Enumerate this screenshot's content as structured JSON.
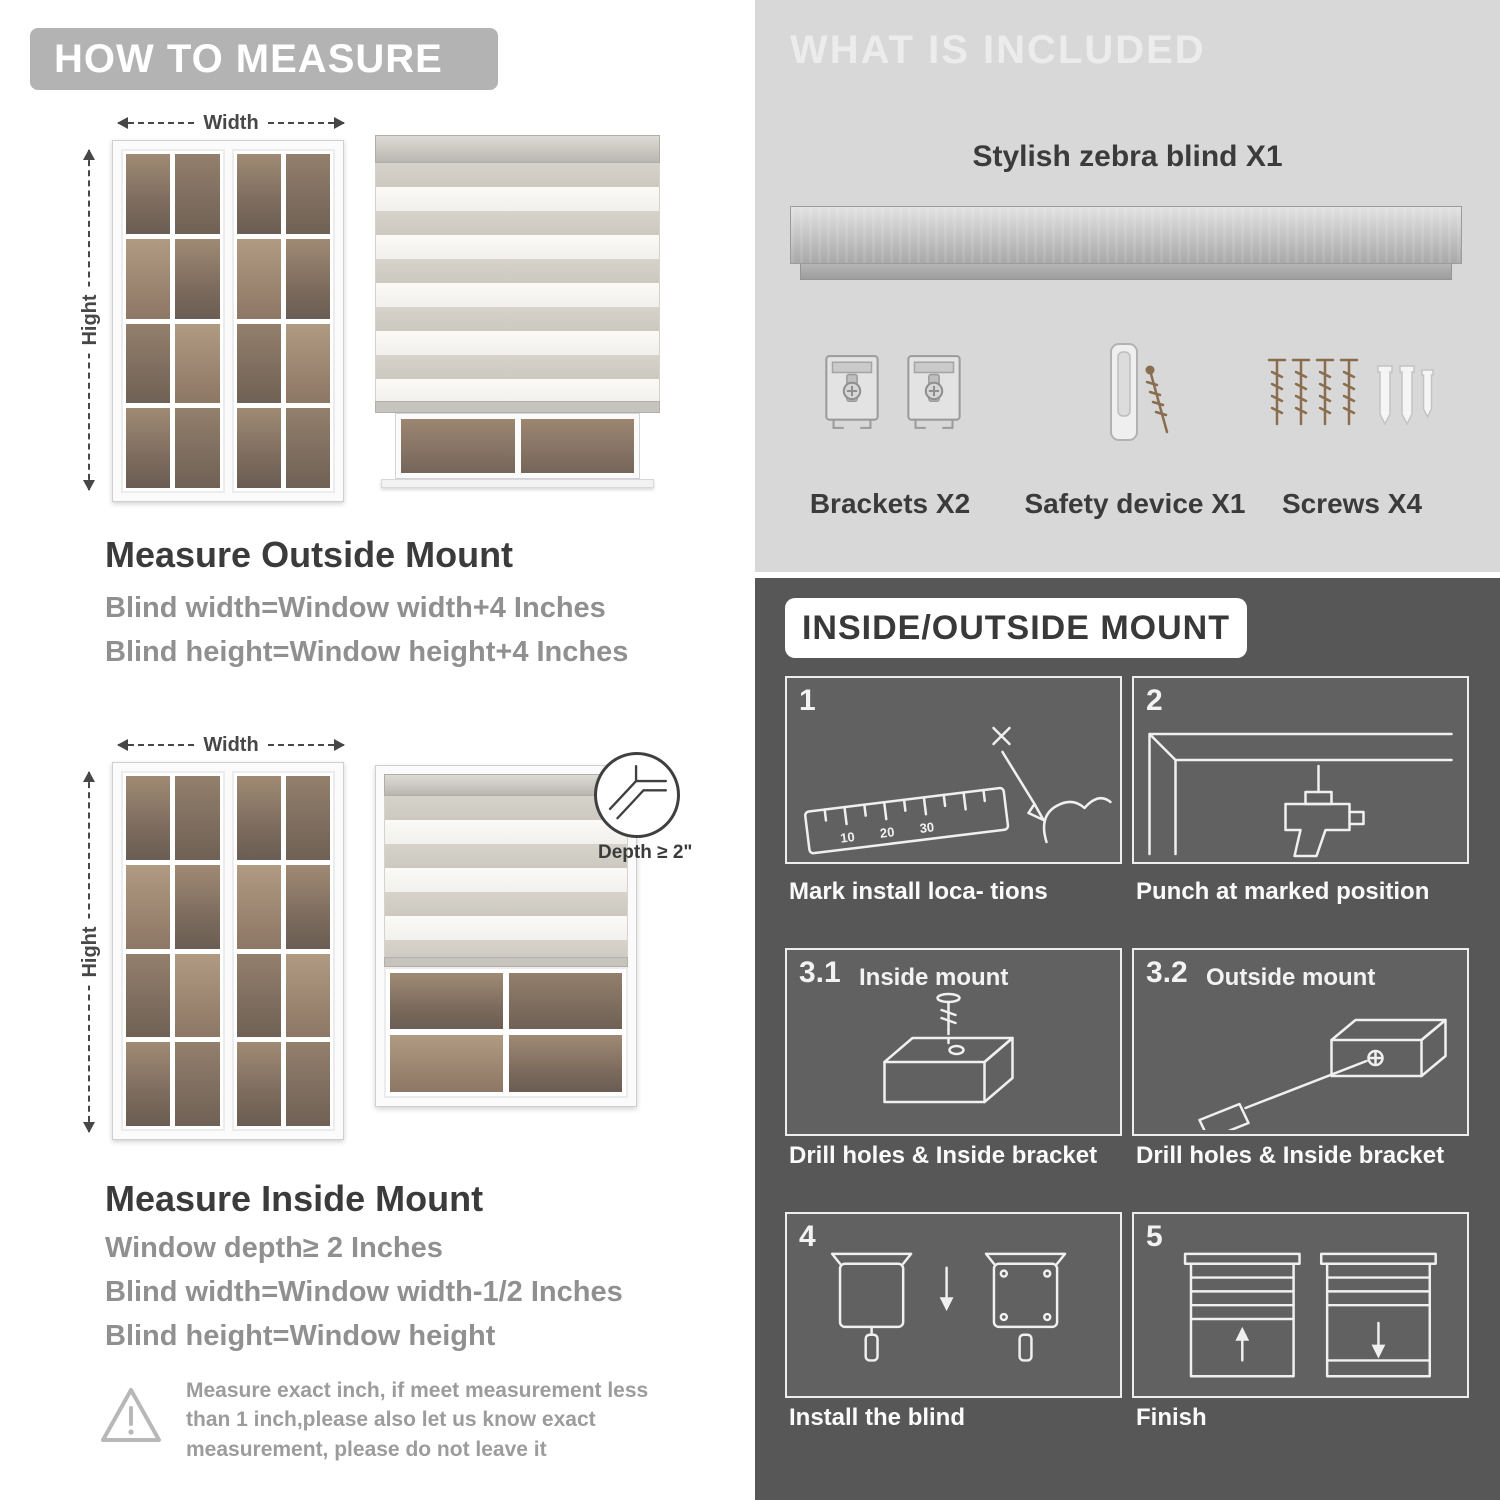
{
  "left": {
    "header": "HOW TO MEASURE",
    "outside": {
      "width_label": "Width",
      "height_label": "Hight",
      "title": "Measure Outside Mount",
      "lines": [
        "Blind width=Window width+4 Inches",
        "Blind height=Window height+4 Inches"
      ]
    },
    "inside": {
      "width_label": "Width",
      "height_label": "Hight",
      "depth_label": "Depth ≥ 2\"",
      "title": "Measure Inside Mount",
      "lines": [
        "Window depth≥ 2 Inches",
        "Blind width=Window width-1/2 Inches",
        "Blind height=Window height"
      ]
    },
    "note": "Measure exact inch, if meet measurement less than 1 inch,please also let us know exact measurement, please do not leave it"
  },
  "right": {
    "included": {
      "header": "WHAT IS INCLUDED",
      "blind_label": "Stylish zebra blind X1",
      "items": [
        {
          "label": "Brackets X2"
        },
        {
          "label": "Safety device X1"
        },
        {
          "label": "Screws X4"
        }
      ]
    },
    "mount": {
      "header": "INSIDE/OUTSIDE MOUNT",
      "steps": [
        {
          "num": "1",
          "caption": "Mark install loca- tions"
        },
        {
          "num": "2",
          "caption": "Punch at  marked position"
        },
        {
          "num": "3.1",
          "label": "Inside mount",
          "caption": "Drill holes &  Inside bracket"
        },
        {
          "num": "3.2",
          "label": "Outside mount",
          "caption": "Drill holes &  Inside bracket"
        },
        {
          "num": "4",
          "caption": "Install the blind"
        },
        {
          "num": "5",
          "caption": "Finish"
        }
      ]
    }
  }
}
